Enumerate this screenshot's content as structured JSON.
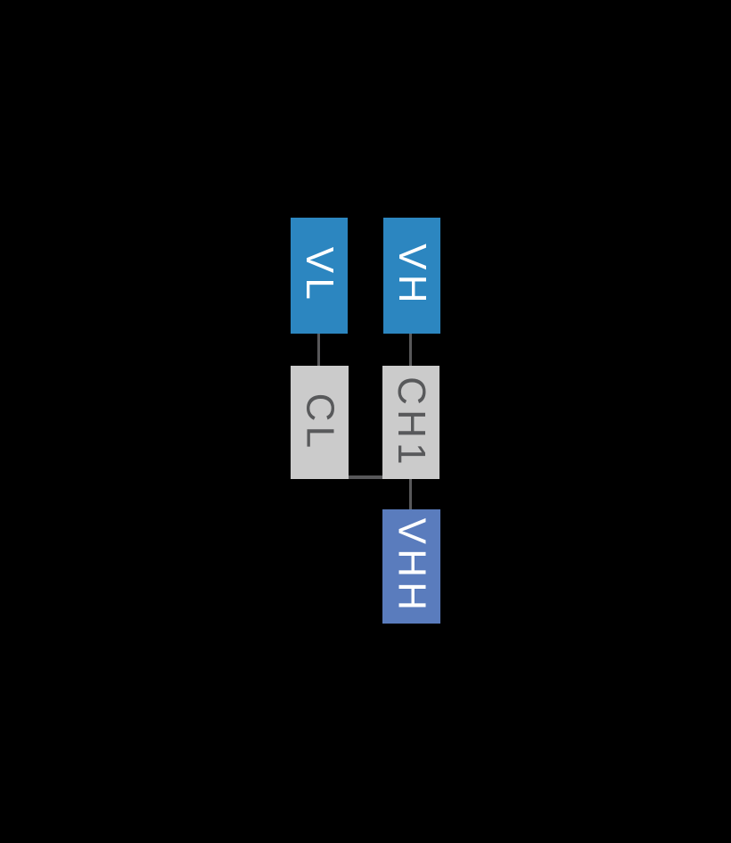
{
  "figure": {
    "description": "Antibody fragment domain schematic",
    "background_color": "#000000",
    "domains": [
      {
        "id": "vl",
        "label": "VL",
        "fill": "#2c86c0",
        "text_color": "#ffffff"
      },
      {
        "id": "vh",
        "label": "VH",
        "fill": "#2c86c0",
        "text_color": "#ffffff"
      },
      {
        "id": "cl",
        "label": "CL",
        "fill": "#cbcbcb",
        "text_color": "#58595b"
      },
      {
        "id": "ch1",
        "label": "CH1",
        "fill": "#cbcbcb",
        "text_color": "#58595b"
      },
      {
        "id": "vhh",
        "label": "VHH",
        "fill": "#5a7cbd",
        "text_color": "#ffffff"
      }
    ],
    "connectors": {
      "color": "#58585a"
    }
  }
}
